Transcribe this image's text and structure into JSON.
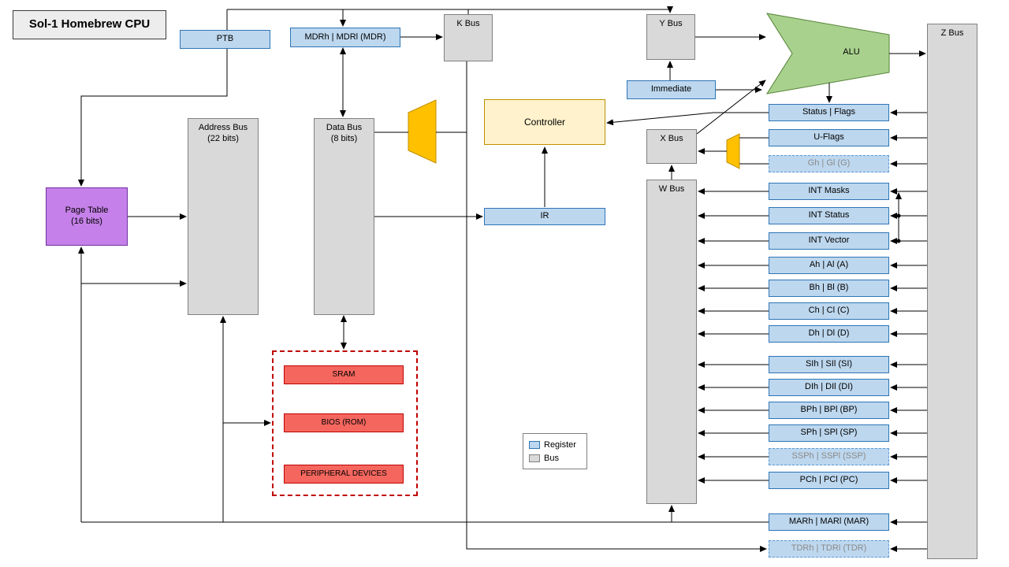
{
  "header": {
    "title": "Sol-1 Homebrew CPU"
  },
  "colors": {
    "register_fill": "#BDD7EE",
    "register_border": "#2E75B6",
    "bus_fill": "#D9D9D9",
    "bus_border": "#808080",
    "page_table_fill": "#C581E9",
    "controller_fill": "#FFF2CC",
    "alu_fill": "#A9D18E",
    "mux_fill": "#FFC000",
    "memory_fill": "#F4665E",
    "memory_border": "#C00000",
    "ghost_text": "#8a8a8a",
    "wire": "#000000"
  },
  "nodes": {
    "ptb": {
      "label": "PTB"
    },
    "mdr": {
      "label": "MDRh | MDRl (MDR)"
    },
    "kbus": {
      "label": "K Bus"
    },
    "ybus": {
      "label": "Y Bus"
    },
    "xbus": {
      "label": "X Bus"
    },
    "wbus": {
      "label": "W Bus"
    },
    "zbus": {
      "label": "Z Bus"
    },
    "alu": {
      "label": "ALU"
    },
    "immediate": {
      "label": "Immediate"
    },
    "controller": {
      "label": "Controller"
    },
    "ir": {
      "label": "IR"
    },
    "address_bus": {
      "label": "Address Bus",
      "sublabel": "(22 bits)"
    },
    "data_bus": {
      "label": "Data Bus",
      "sublabel": "(8 bits)"
    },
    "page_table": {
      "label": "Page Table",
      "sublabel": "(16 bits)"
    },
    "sram": {
      "label": "SRAM"
    },
    "bios": {
      "label": "BIOS (ROM)"
    },
    "peripherals": {
      "label": "PERIPHERAL DEVICES"
    }
  },
  "registers": {
    "status_flags": "Status | Flags",
    "u_flags": "U-Flags",
    "g": "Gh | Gl (G)",
    "int_masks": "INT Masks",
    "int_status": "INT Status",
    "int_vector": "INT Vector",
    "a": "Ah | Al (A)",
    "b": "Bh | Bl (B)",
    "c": "Ch | Cl (C)",
    "d": "Dh | Dl (D)",
    "si": "SIh | SIl (SI)",
    "di": "DIh | DIl (DI)",
    "bp": "BPh | BPl (BP)",
    "sp": "SPh | SPl (SP)",
    "ssp": "SSPh | SSPl (SSP)",
    "pc": "PCh | PCl (PC)",
    "mar": "MARh | MARl (MAR)",
    "tdr": "TDRh | TDRl (TDR)"
  },
  "legend": {
    "register": "Register",
    "bus": "Bus"
  }
}
